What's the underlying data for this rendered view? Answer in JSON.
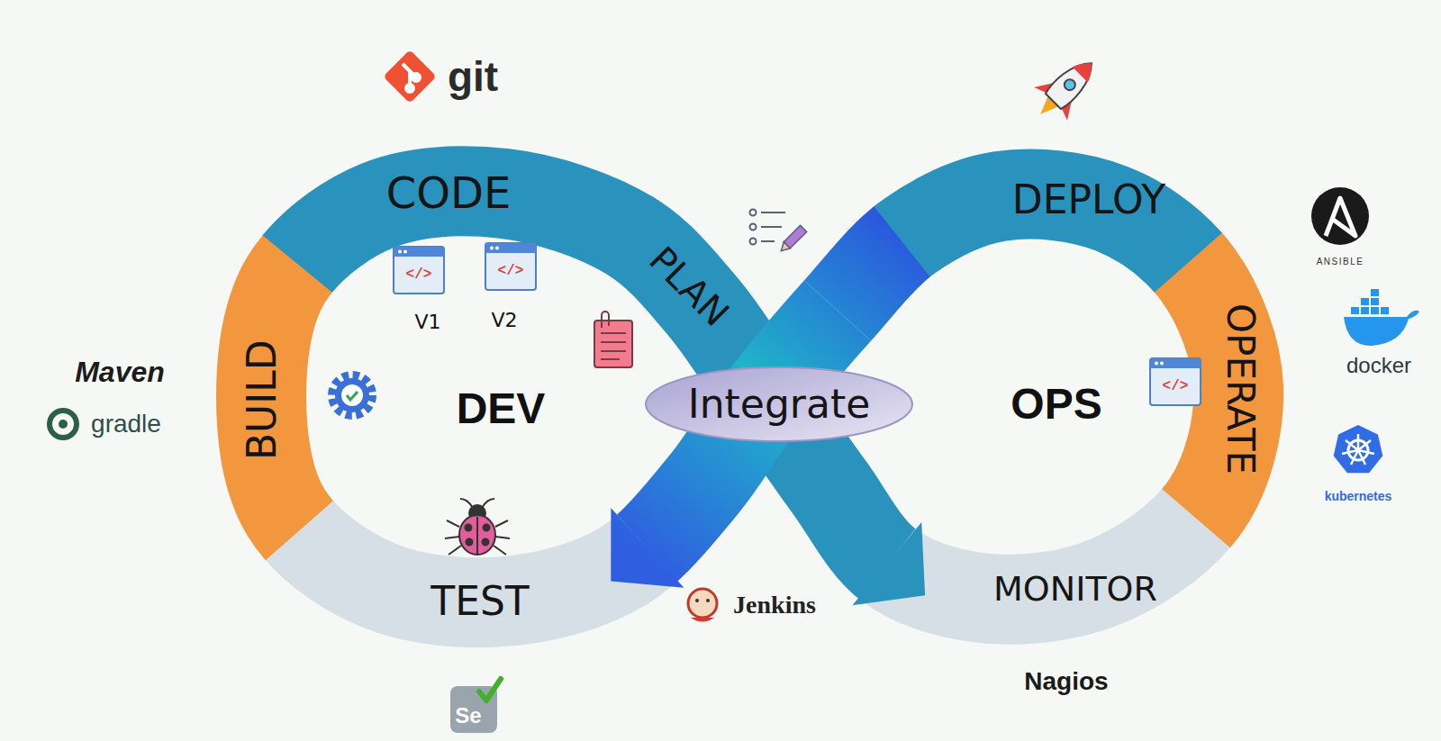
{
  "diagram": {
    "nodes": [
      {
        "text": [
          "CODE"
        ]
      },
      {
        "text": [
          "PLAN"
        ]
      },
      {
        "text": [
          "DEPLOY"
        ]
      },
      {
        "text": [
          "BUILD"
        ]
      },
      {
        "text": [
          "OPERATE"
        ]
      },
      {
        "text": [
          "Integrate"
        ]
      },
      {
        "text": [
          "TEST"
        ]
      },
      {
        "text": [
          "MONITOR"
        ]
      }
    ],
    "labels": [
      "git",
      "Maven",
      "gradle",
      "</>",
      "</>",
      "V1",
      "V2",
      "DEV",
      "OPS",
      "</>",
      "ANSIBLE",
      "docker",
      "kubernetes",
      "Jenkins",
      "Nagios",
      "Se"
    ]
  }
}
